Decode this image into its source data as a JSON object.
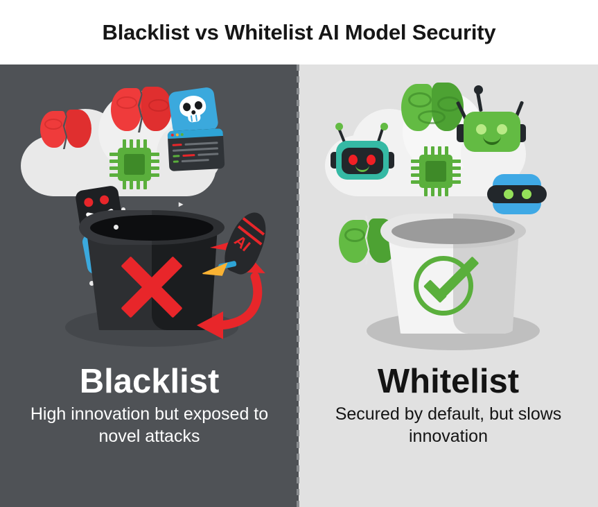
{
  "title": "Blacklist vs Whitelist AI Model Security",
  "theme": {
    "left_panel_bg": "#4f5256",
    "right_panel_bg": "#e1e1e1",
    "title_bg": "#ffffff",
    "title_color": "#161616",
    "danger_red": "#e8262a",
    "safe_green": "#5aaf3c",
    "chip_green": "#5aaf3c",
    "accent_blue": "#2ea4d6",
    "teal": "#3bbfa8",
    "divider_color": "#8a8d90"
  },
  "left": {
    "heading": "Blacklist",
    "subtitle": "High innovation but exposed to novel attacks",
    "bin_label": "black-trash-bin",
    "mark": "x-mark",
    "icons": [
      "cracked-red-brain-icon",
      "cracked-red-brain-icon",
      "skull-tile-icon",
      "green-chip-icon",
      "code-terminal-window-icon",
      "crossbones-tile-icon",
      "code-tag-tile-icon",
      "bug-virus-tile-icon",
      "cracked-red-brain-icon"
    ],
    "rocket_label": "AI",
    "rocket_name": "ai-rocket-icon",
    "arrow_name": "curved-red-arrow-icon"
  },
  "right": {
    "heading": "Whitelist",
    "subtitle": "Secured by default, but slows innovation",
    "bin_label": "white-approved-bin",
    "mark": "check-mark",
    "icons": [
      "green-brain-icon",
      "green-brain-icon",
      "teal-robot-icon",
      "green-chip-icon",
      "green-robot-icon",
      "blue-robot-visor-icon",
      "blue-robot-icon",
      "approved-card-stack-icon"
    ]
  }
}
